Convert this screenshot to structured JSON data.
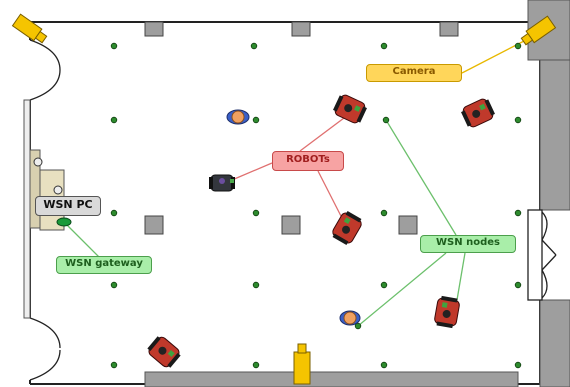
{
  "labels": {
    "camera": "Camera",
    "robots": "ROBOTs",
    "wsn_pc": "WSN PC",
    "wsn_gateway": "WSN gateway",
    "wsn_nodes": "WSN nodes"
  },
  "colors": {
    "wall": "#9e9e9e",
    "node": "#2e8b2e",
    "camera": "#f5c400",
    "robot_body": "#c0392b",
    "link_robot": "#e07070",
    "link_node": "#6cc06c",
    "link_camera": "#e8b800"
  }
}
